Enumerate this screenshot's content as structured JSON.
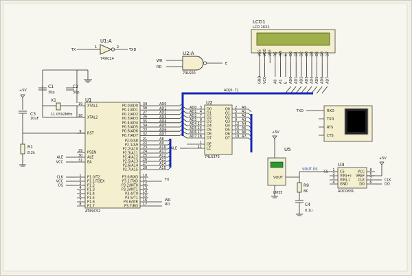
{
  "inverter": {
    "ref": "U1:A",
    "part": "74HC14",
    "input_label": "TX",
    "output_label": "TXD",
    "pin_in": "1",
    "pin_out": "2"
  },
  "nand": {
    "ref": "U2:A",
    "part": "74LS00",
    "input_a": "WR",
    "input_b": "RD",
    "output_label": "E"
  },
  "lcd": {
    "ref": "LCD1",
    "part": "LCD 16X1",
    "pins": [
      "VSS",
      "VDD",
      "VEE",
      "RS",
      "RW",
      "E",
      "D0",
      "D1",
      "D2",
      "D3",
      "D4",
      "D5",
      "D6",
      "D7"
    ],
    "bottom_labels": [
      "GND",
      "VCC",
      "",
      "A0",
      "A1",
      "E",
      "AD0",
      "AD1",
      "AD2",
      "AD3",
      "AD4",
      "AD5",
      "AD6",
      "AD7"
    ]
  },
  "mcu": {
    "ref": "U1",
    "part": "AT89C52",
    "left_pins": [
      {
        "num": "19",
        "name": "XTAL1",
        "net": ""
      },
      {
        "num": "18",
        "name": "XTAL2",
        "net": ""
      },
      {
        "num": "9",
        "name": "RST",
        "net": ""
      },
      {
        "num": "29",
        "name": "PSEN",
        "net": ""
      },
      {
        "num": "30",
        "name": "ALE",
        "net": "ALE"
      },
      {
        "num": "31",
        "name": "EA",
        "net": "VCC"
      },
      {
        "num": "1",
        "name": "P1.0/T2",
        "net": "CLK"
      },
      {
        "num": "2",
        "name": "P1.1/T2EX",
        "net": "VCC"
      },
      {
        "num": "3",
        "name": "P1.2",
        "net": "DS"
      },
      {
        "num": "4",
        "name": "P1.3",
        "net": ""
      },
      {
        "num": "5",
        "name": "P1.4",
        "net": ""
      },
      {
        "num": "6",
        "name": "P1.5",
        "net": ""
      },
      {
        "num": "7",
        "name": "P1.6",
        "net": ""
      },
      {
        "num": "8",
        "name": "P1.7",
        "net": ""
      }
    ],
    "right_pins": [
      {
        "num": "39",
        "name": "P0.0/AD0",
        "net": "AD0"
      },
      {
        "num": "38",
        "name": "P0.1/AD1",
        "net": "AD1"
      },
      {
        "num": "37",
        "name": "P0.2/AD2",
        "net": "AD2"
      },
      {
        "num": "36",
        "name": "P0.3/AD3",
        "net": "AD3"
      },
      {
        "num": "35",
        "name": "P0.4/AD4",
        "net": "AD4"
      },
      {
        "num": "34",
        "name": "P0.5/AD5",
        "net": "AD5"
      },
      {
        "num": "33",
        "name": "P0.6/AD6",
        "net": "AD6"
      },
      {
        "num": "32",
        "name": "P0.7/AD7",
        "net": "AD7"
      },
      {
        "num": "21",
        "name": "P2.0/A8",
        "net": "A8"
      },
      {
        "num": "22",
        "name": "P2.1/A9",
        "net": "A9"
      },
      {
        "num": "23",
        "name": "P2.2/A10",
        "net": "A10"
      },
      {
        "num": "24",
        "name": "P2.3/A11",
        "net": "A11"
      },
      {
        "num": "25",
        "name": "P2.4/A12",
        "net": "A12"
      },
      {
        "num": "26",
        "name": "P2.5/A13",
        "net": "A13"
      },
      {
        "num": "27",
        "name": "P2.6/A14",
        "net": "A14"
      },
      {
        "num": "28",
        "name": "P2.7/A15",
        "net": "A15"
      },
      {
        "num": "10",
        "name": "P3.0/RXD",
        "net": ""
      },
      {
        "num": "11",
        "name": "P3.1/TXD",
        "net": "TX"
      },
      {
        "num": "12",
        "name": "P3.2/INT0",
        "net": ""
      },
      {
        "num": "13",
        "name": "P3.3/INT1",
        "net": ""
      },
      {
        "num": "14",
        "name": "P3.4/T0",
        "net": ""
      },
      {
        "num": "15",
        "name": "P3.5/T1",
        "net": ""
      },
      {
        "num": "16",
        "name": "P3.6/WR",
        "net": "WR"
      },
      {
        "num": "17",
        "name": "P3.7/RD",
        "net": "RD"
      }
    ]
  },
  "crystal": {
    "c1_ref": "C1",
    "c1_value": "30p",
    "c2_ref": "C2",
    "c2_value": "30p",
    "x1_ref": "X1",
    "x1_value": "11.0592MHz"
  },
  "reset": {
    "vcc_label": "+5V",
    "c3_ref": "C3",
    "c3_value": "10uF",
    "r1_ref": "R1",
    "r1_value": "8.2k"
  },
  "latch": {
    "ref": "U2",
    "part": "74LS373",
    "inputs": [
      {
        "num": "3",
        "name": "D0",
        "net": "AD0"
      },
      {
        "num": "4",
        "name": "D1",
        "net": "AD1"
      },
      {
        "num": "7",
        "name": "D2",
        "net": "AD2"
      },
      {
        "num": "8",
        "name": "D3",
        "net": "AD3"
      },
      {
        "num": "13",
        "name": "D4",
        "net": "AD4"
      },
      {
        "num": "14",
        "name": "D5",
        "net": "AD5"
      },
      {
        "num": "17",
        "name": "D6",
        "net": "AD6"
      },
      {
        "num": "18",
        "name": "D7",
        "net": "AD7"
      }
    ],
    "outputs": [
      {
        "num": "2",
        "name": "Q0",
        "net": "A0"
      },
      {
        "num": "5",
        "name": "Q1",
        "net": "A1"
      },
      {
        "num": "6",
        "name": "Q2",
        "net": "A2"
      },
      {
        "num": "9",
        "name": "Q3",
        "net": "A3"
      },
      {
        "num": "12",
        "name": "Q4",
        "net": "A4"
      },
      {
        "num": "15",
        "name": "Q5",
        "net": "A5"
      },
      {
        "num": "16",
        "name": "Q6",
        "net": "A6"
      },
      {
        "num": "19",
        "name": "Q7",
        "net": "A7"
      }
    ],
    "control": [
      {
        "num": "1",
        "name": "OE",
        "net": ""
      },
      {
        "num": "11",
        "name": "LE",
        "net": "ALE"
      }
    ]
  },
  "terminal": {
    "pins": [
      "RXD",
      "TXD",
      "RTS",
      "CTS"
    ],
    "net": "TXD"
  },
  "sensor": {
    "ref": "U5",
    "part": "LM35",
    "vcc_label": "+5V",
    "vout": "VOUT",
    "net_label": "VOUT DS",
    "r9_ref": "R9",
    "r9_value": "8K",
    "c4_ref": "C4",
    "c4_value": "0.1u"
  },
  "adc": {
    "ref": "U3",
    "part": "ADC0831",
    "vcc_label": "+5V",
    "left_pins": [
      {
        "num": "1",
        "name": "CS",
        "net": "CS"
      },
      {
        "num": "2",
        "name": "VIN(+)",
        "net": ""
      },
      {
        "num": "3",
        "name": "VIN(-)",
        "net": ""
      },
      {
        "num": "4",
        "name": "GND",
        "net": ""
      }
    ],
    "right_pins": [
      {
        "num": "8",
        "name": "VCC",
        "net": ""
      },
      {
        "num": "5",
        "name": "VREF",
        "net": ""
      },
      {
        "num": "7",
        "name": "CLK",
        "net": "CLK"
      },
      {
        "num": "6",
        "name": "DO",
        "net": "DO"
      }
    ]
  },
  "bus": {
    "label": "AD[0..7]"
  }
}
